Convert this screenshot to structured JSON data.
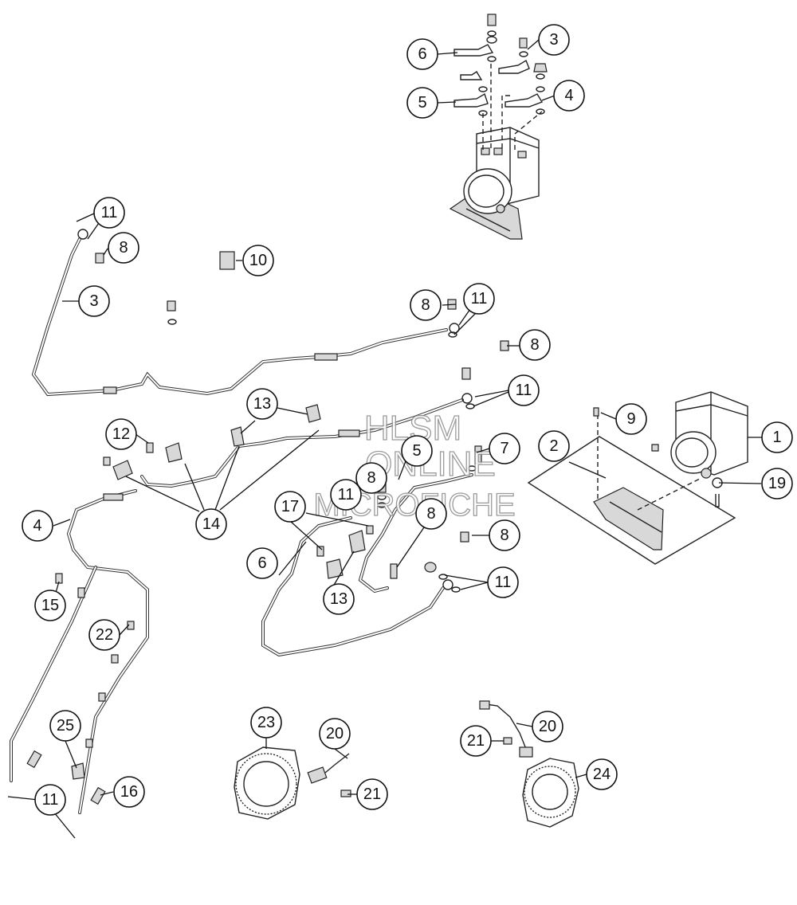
{
  "watermark": {
    "line1": "HLSM",
    "line2": "ONLINE",
    "line3": "MICROFICHE"
  },
  "callouts": [
    {
      "id": "c-6a",
      "label": "6"
    },
    {
      "id": "c-3a",
      "label": "3"
    },
    {
      "id": "c-5a",
      "label": "5"
    },
    {
      "id": "c-4a",
      "label": "4"
    },
    {
      "id": "c-11a",
      "label": "11"
    },
    {
      "id": "c-8a",
      "label": "8"
    },
    {
      "id": "c-10",
      "label": "10"
    },
    {
      "id": "c-3b",
      "label": "3"
    },
    {
      "id": "c-8b",
      "label": "8"
    },
    {
      "id": "c-11b",
      "label": "11"
    },
    {
      "id": "c-8c",
      "label": "8"
    },
    {
      "id": "c-11c",
      "label": "11"
    },
    {
      "id": "c-13a",
      "label": "13"
    },
    {
      "id": "c-9",
      "label": "9"
    },
    {
      "id": "c-1",
      "label": "1"
    },
    {
      "id": "c-12",
      "label": "12"
    },
    {
      "id": "c-2",
      "label": "2"
    },
    {
      "id": "c-7",
      "label": "7"
    },
    {
      "id": "c-5b",
      "label": "5"
    },
    {
      "id": "c-19",
      "label": "19"
    },
    {
      "id": "c-8d",
      "label": "8"
    },
    {
      "id": "c-11d",
      "label": "11"
    },
    {
      "id": "c-17",
      "label": "17"
    },
    {
      "id": "c-8e",
      "label": "8"
    },
    {
      "id": "c-4b",
      "label": "4"
    },
    {
      "id": "c-14",
      "label": "14"
    },
    {
      "id": "c-8f",
      "label": "8"
    },
    {
      "id": "c-6b",
      "label": "6"
    },
    {
      "id": "c-11e",
      "label": "11"
    },
    {
      "id": "c-13b",
      "label": "13"
    },
    {
      "id": "c-15",
      "label": "15"
    },
    {
      "id": "c-22",
      "label": "22"
    },
    {
      "id": "c-23",
      "label": "23"
    },
    {
      "id": "c-20a",
      "label": "20"
    },
    {
      "id": "c-20b",
      "label": "20"
    },
    {
      "id": "c-21a",
      "label": "21"
    },
    {
      "id": "c-25",
      "label": "25"
    },
    {
      "id": "c-24",
      "label": "24"
    },
    {
      "id": "c-16",
      "label": "16"
    },
    {
      "id": "c-21b",
      "label": "21"
    },
    {
      "id": "c-11f",
      "label": "11"
    }
  ]
}
